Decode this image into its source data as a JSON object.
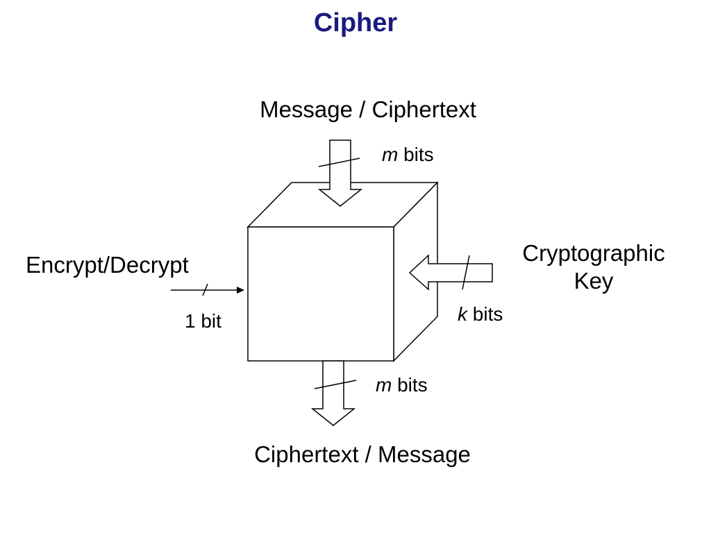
{
  "slide": {
    "title": "Cipher",
    "title_color": "#1a1a80"
  },
  "diagram": {
    "top_label": "Message / Ciphertext",
    "bottom_label": "Ciphertext / Message",
    "left_label": "Encrypt/Decrypt",
    "right_label_line1": "Cryptographic",
    "right_label_line2": "Key",
    "top_width": {
      "var": "m",
      "unit": "bits"
    },
    "bottom_width": {
      "var": "m",
      "unit": "bits"
    },
    "right_width": {
      "var": "k",
      "unit": "bits"
    },
    "left_width": "1 bit"
  }
}
